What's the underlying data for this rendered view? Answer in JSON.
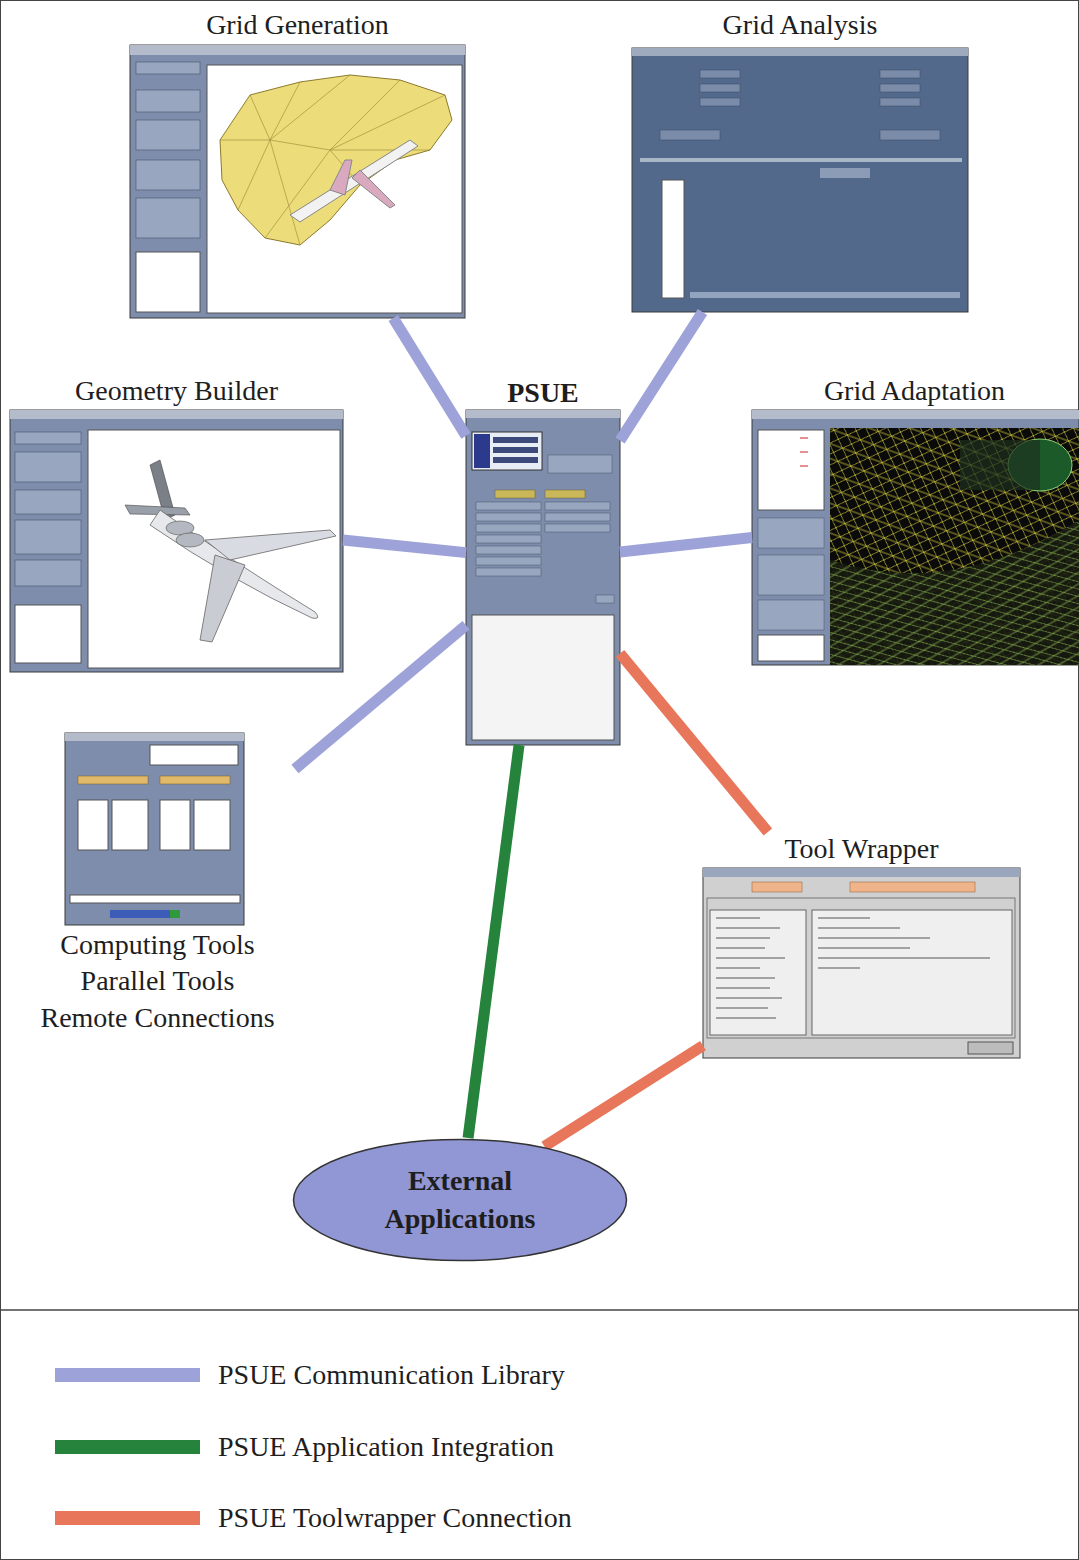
{
  "diagram": {
    "nodes": [
      {
        "text": [
          "Grid Generation"
        ]
      },
      {
        "text": [
          "Grid Analysis"
        ]
      },
      {
        "text": [
          "Geometry Builder"
        ]
      },
      {
        "text": [
          "PSUE"
        ]
      },
      {
        "text": [
          "Grid Adaptation"
        ]
      },
      {
        "text": [
          "Computing Tools",
          "Parallel Tools",
          "Remote Connections"
        ]
      },
      {
        "text": [
          "Tool Wrapper"
        ]
      },
      {
        "text": [
          "External Applications"
        ]
      }
    ],
    "edges": [
      {
        "from": 0,
        "to": 3,
        "arrow": "none"
      },
      {
        "from": 1,
        "to": 3,
        "arrow": "none"
      },
      {
        "from": 2,
        "to": 3,
        "arrow": "none"
      },
      {
        "from": 4,
        "to": 3,
        "arrow": "none"
      },
      {
        "from": 5,
        "to": 3,
        "arrow": "none"
      },
      {
        "from": 3,
        "to": 7,
        "arrow": "none"
      },
      {
        "from": 3,
        "to": 6,
        "arrow": "none"
      },
      {
        "from": 6,
        "to": 7,
        "arrow": "none"
      }
    ],
    "legend": [
      {
        "text": "PSUE Communication Library",
        "color": "#9da2d8"
      },
      {
        "text": "PSUE Application Integration",
        "color": "#25833c"
      },
      {
        "text": "PSUE Toolwrapper Connection",
        "color": "#e8765a"
      }
    ]
  }
}
